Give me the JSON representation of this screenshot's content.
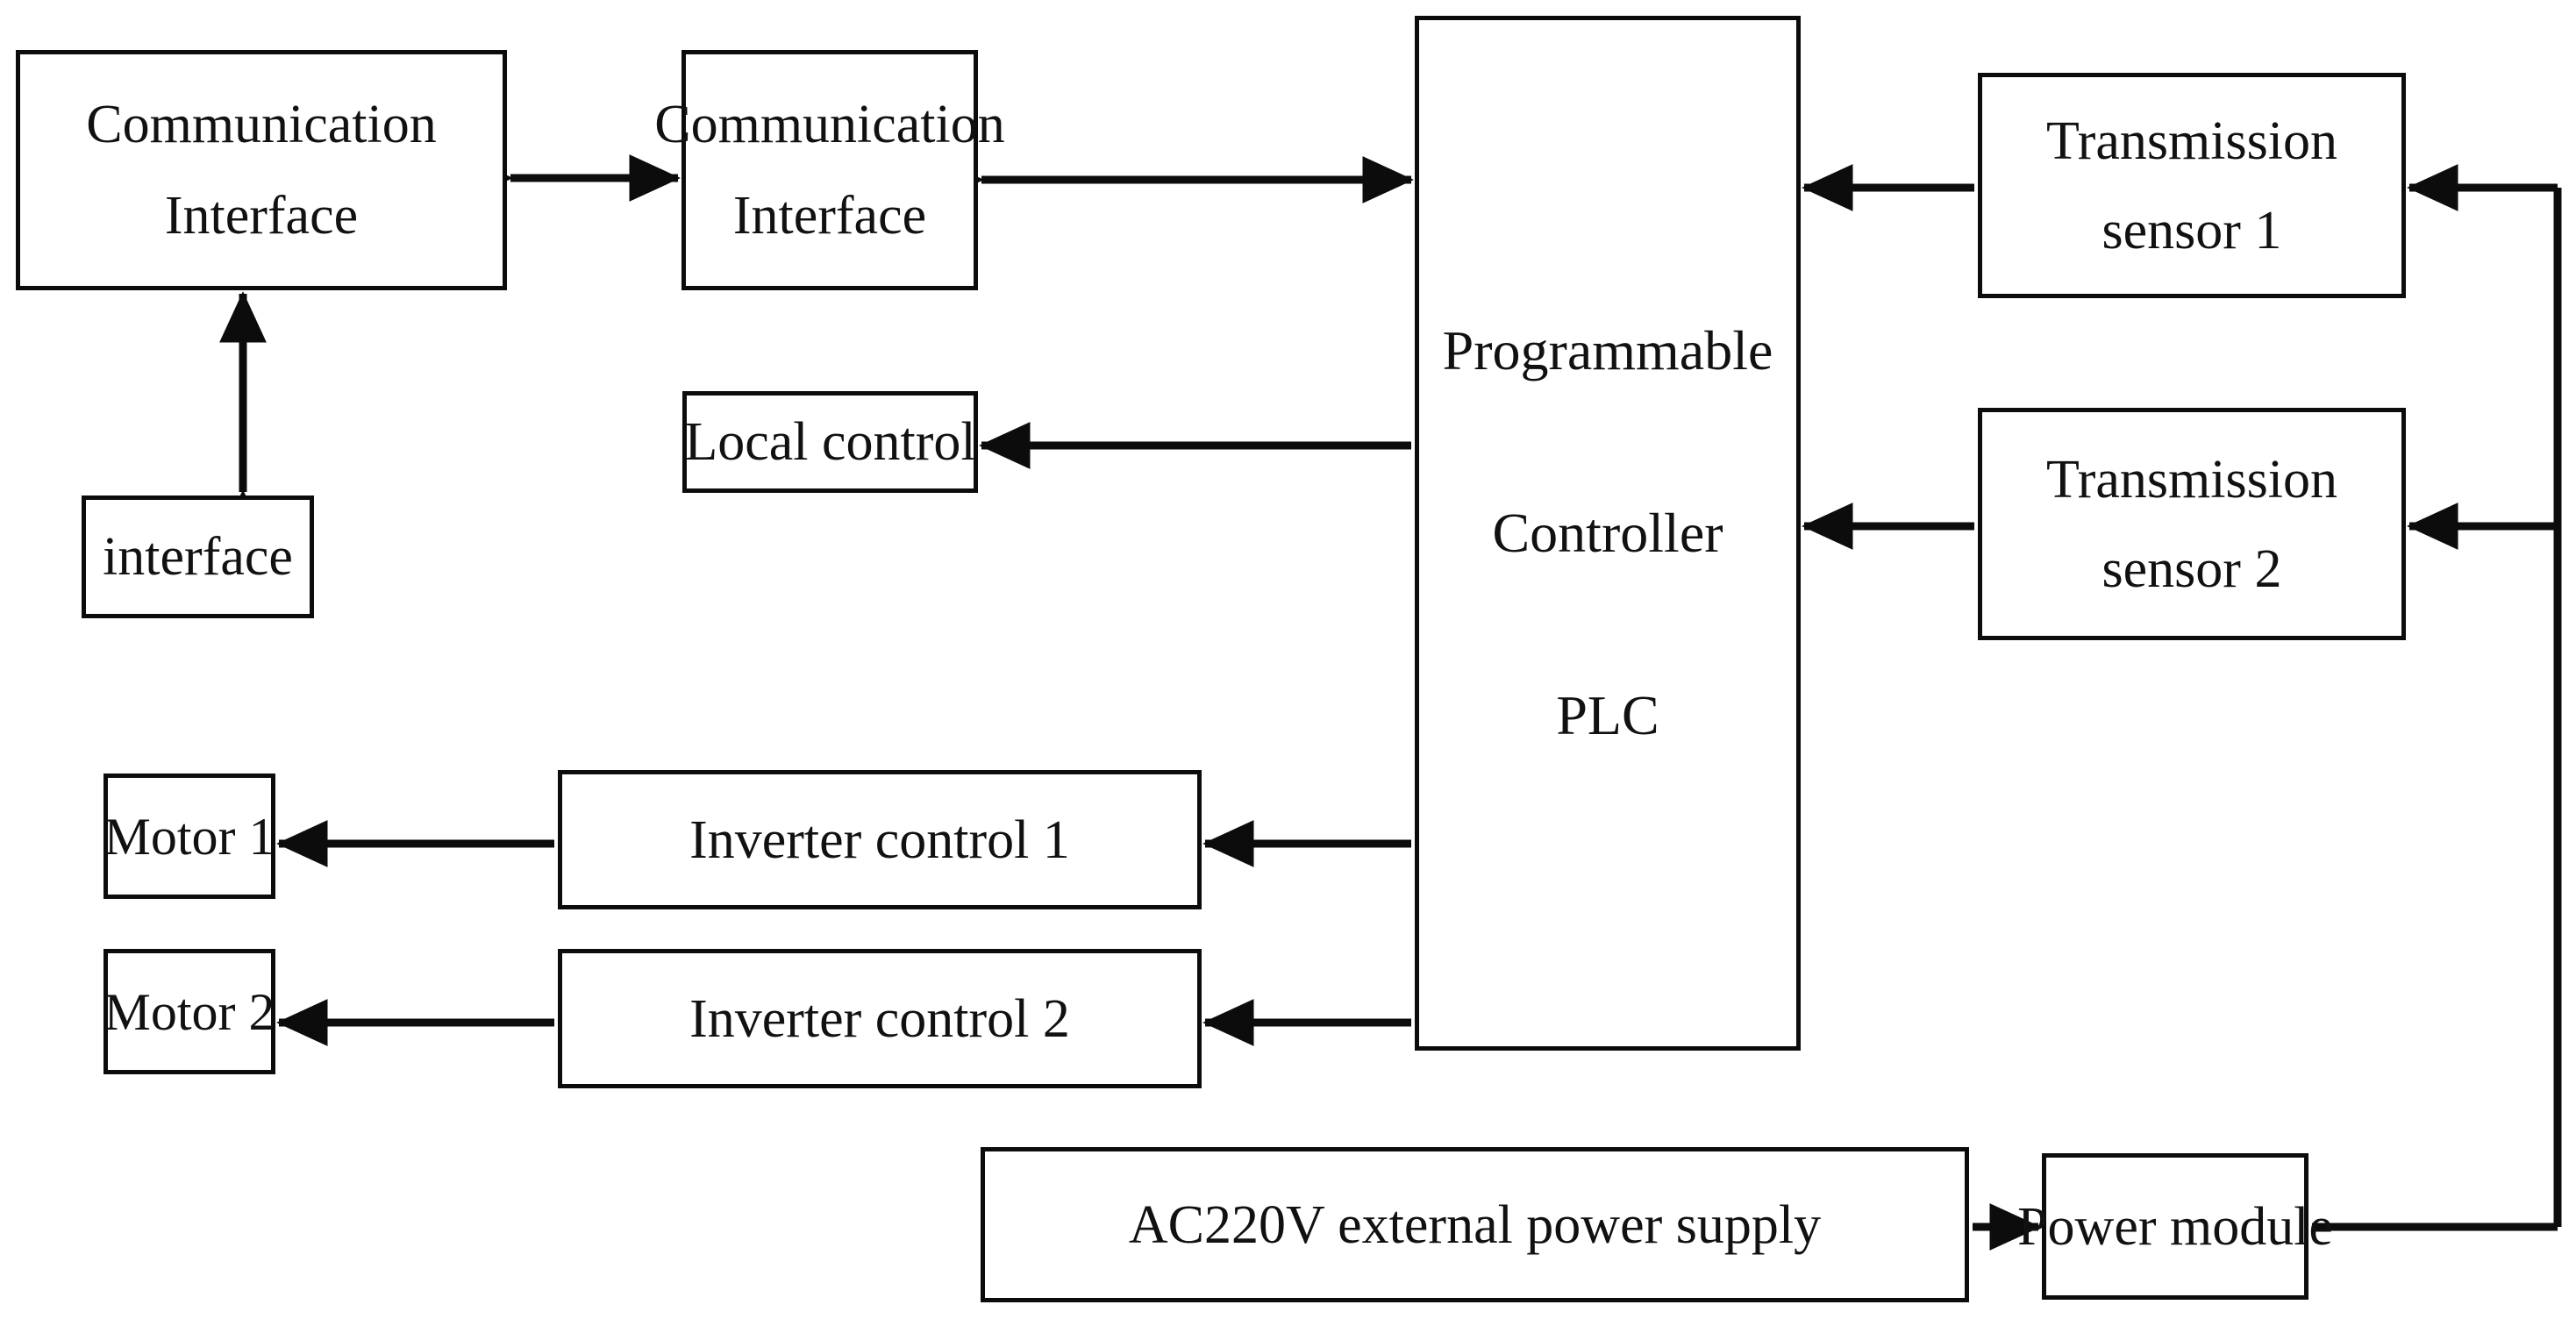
{
  "diagram": {
    "title": "PLC control system block diagram",
    "stroke_color": "#0c0c0c",
    "background_color": "#ffffff",
    "nodes": [
      {
        "id": "comm-if-remote",
        "lines": [
          "Communication",
          "Interface"
        ]
      },
      {
        "id": "comm-if-local",
        "lines": [
          "Communication",
          "Interface"
        ]
      },
      {
        "id": "interface",
        "lines": [
          "interface"
        ]
      },
      {
        "id": "local-control",
        "lines": [
          "Local control"
        ]
      },
      {
        "id": "plc",
        "lines": [
          "Programmable",
          "Controller",
          "PLC"
        ]
      },
      {
        "id": "sensor-1",
        "lines": [
          "Transmission",
          "sensor 1"
        ]
      },
      {
        "id": "sensor-2",
        "lines": [
          "Transmission",
          "sensor 2"
        ]
      },
      {
        "id": "inverter-1",
        "lines": [
          "Inverter control 1"
        ]
      },
      {
        "id": "inverter-2",
        "lines": [
          "Inverter control 2"
        ]
      },
      {
        "id": "motor-1",
        "lines": [
          "Motor 1"
        ]
      },
      {
        "id": "motor-2",
        "lines": [
          "Motor 2"
        ]
      },
      {
        "id": "ac-supply",
        "lines": [
          "AC220V external power supply"
        ]
      },
      {
        "id": "power-module",
        "lines": [
          "Power module"
        ]
      }
    ],
    "connections": [
      {
        "from": "comm-if-remote",
        "to": "comm-if-local",
        "kind": "bidirectional"
      },
      {
        "from": "comm-if-local",
        "to": "plc",
        "kind": "bidirectional"
      },
      {
        "from": "interface",
        "to": "comm-if-remote",
        "kind": "bidirectional"
      },
      {
        "from": "plc",
        "to": "local-control",
        "kind": "directed"
      },
      {
        "from": "sensor-1",
        "to": "plc",
        "kind": "directed"
      },
      {
        "from": "sensor-2",
        "to": "plc",
        "kind": "directed"
      },
      {
        "from": "plc",
        "to": "inverter-1",
        "kind": "directed"
      },
      {
        "from": "plc",
        "to": "inverter-2",
        "kind": "directed"
      },
      {
        "from": "inverter-1",
        "to": "motor-1",
        "kind": "directed"
      },
      {
        "from": "inverter-2",
        "to": "motor-2",
        "kind": "directed"
      },
      {
        "from": "ac-supply",
        "to": "power-module",
        "kind": "directed"
      },
      {
        "from": "power-module",
        "to": "sensor-1",
        "kind": "directed"
      },
      {
        "from": "power-module",
        "to": "sensor-2",
        "kind": "directed"
      }
    ]
  },
  "labels": {
    "comm_if_remote_l1": "Communication",
    "comm_if_remote_l2": "Interface",
    "comm_if_local_l1": "Communication",
    "comm_if_local_l2": "Interface",
    "interface_l1": "interface",
    "local_control_l1": "Local control",
    "plc_l1": "Programmable",
    "plc_l2": "Controller",
    "plc_l3": "PLC",
    "sensor_1_l1": "Transmission",
    "sensor_1_l2": "sensor 1",
    "sensor_2_l1": "Transmission",
    "sensor_2_l2": "sensor 2",
    "inverter_1_l1": "Inverter control 1",
    "inverter_2_l1": "Inverter control 2",
    "motor_1_l1": "Motor 1",
    "motor_2_l1": "Motor 2",
    "ac_supply_l1": "AC220V external power supply",
    "power_module_l1": "Power module"
  }
}
